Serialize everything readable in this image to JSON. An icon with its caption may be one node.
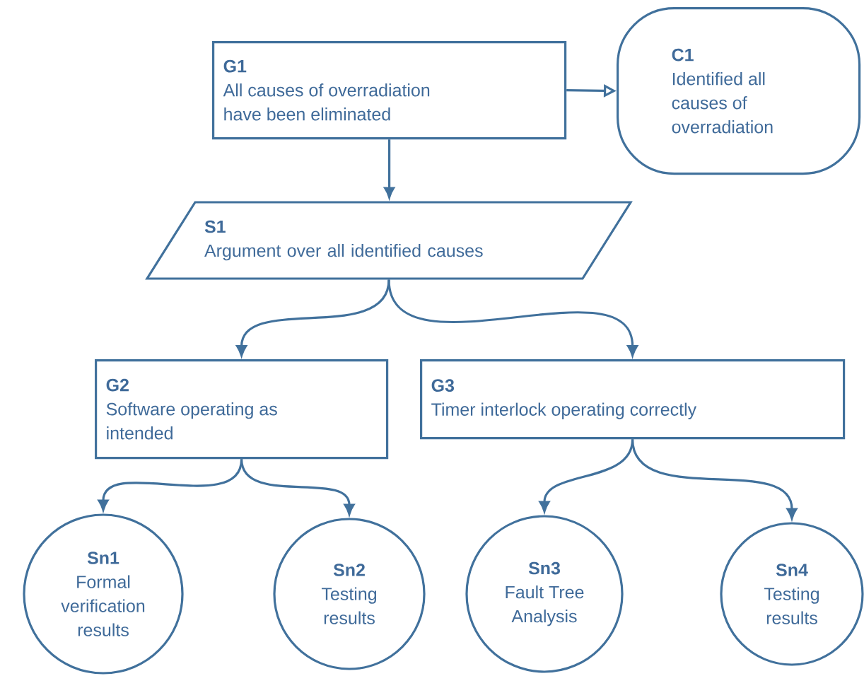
{
  "diagram": {
    "nodes": [
      {
        "text": [
          "G1",
          "All causes of overradiation have been eliminated"
        ]
      },
      {
        "text": [
          "C1",
          "Identified all causes of overradiation"
        ]
      },
      {
        "text": [
          "S1",
          "Argument over all identified causes"
        ]
      },
      {
        "text": [
          "G2",
          "Software operating as intended"
        ]
      },
      {
        "text": [
          "G3",
          "Timer interlock operating correctly"
        ]
      },
      {
        "text": [
          "Sn1",
          "Formal verification results"
        ]
      },
      {
        "text": [
          "Sn2",
          "Testing results"
        ]
      },
      {
        "text": [
          "Sn3",
          "Fault Tree Analysis"
        ]
      },
      {
        "text": [
          "Sn4",
          "Testing results"
        ]
      }
    ],
    "edges": [
      {
        "from": 0,
        "to": 1,
        "arrow": "to"
      },
      {
        "from": 0,
        "to": 2,
        "arrow": "to"
      },
      {
        "from": 2,
        "to": 3,
        "arrow": "to"
      },
      {
        "from": 2,
        "to": 4,
        "arrow": "to"
      },
      {
        "from": 3,
        "to": 5,
        "arrow": "to"
      },
      {
        "from": 3,
        "to": 6,
        "arrow": "to"
      },
      {
        "from": 4,
        "to": 7,
        "arrow": "to"
      },
      {
        "from": 4,
        "to": 8,
        "arrow": "to"
      }
    ]
  }
}
